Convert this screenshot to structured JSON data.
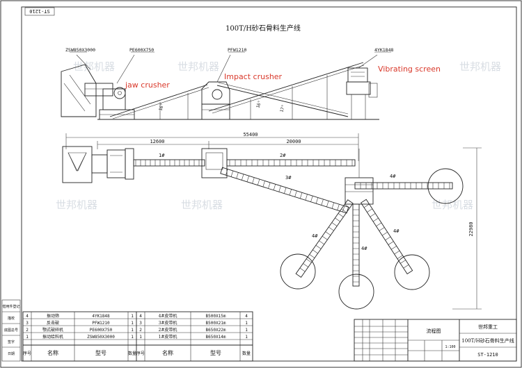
{
  "drawing": {
    "title": "100T/H砂石骨料生产线",
    "corner_code": "ST-1210"
  },
  "elevation_labels": {
    "feeder_model": "ZSW850X3000",
    "jaw_model": "PE600X750",
    "impact_model": "PFW1210",
    "screen_model": "4YK1848",
    "jaw_note": "jaw crusher",
    "impact_note": "Impact crusher",
    "screen_note": "Vibrating screen",
    "angle_1": "16°",
    "angle_2": "16°",
    "angle_3": "17°"
  },
  "dimensions": {
    "total_length": "55400",
    "segment_1": "12600",
    "segment_2": "20000",
    "height": "22980"
  },
  "belt_labels": {
    "b1": "1#",
    "b2": "2#",
    "b3": "3#",
    "b4_right": "4#",
    "b4_left": "4#",
    "b4_center": "4#",
    "b4_lower_right": "4#"
  },
  "watermarks": [
    "世邦机器",
    "世邦机器",
    "世邦机器",
    "世邦机器",
    "世邦机器",
    "世邦机器"
  ],
  "parts_table": {
    "headers": {
      "seq": "序号",
      "name": "名称",
      "model": "型号",
      "qty": "数量"
    },
    "left": [
      {
        "seq": "4",
        "name": "振动筛",
        "model": "4YK1848",
        "qty": "1"
      },
      {
        "seq": "3",
        "name": "反击破",
        "model": "PFW1210",
        "qty": "1"
      },
      {
        "seq": "2",
        "name": "颚式破碎机",
        "model": "PE600X750",
        "qty": "1"
      },
      {
        "seq": "1",
        "name": "振动给料机",
        "model": "ZSW850X3000",
        "qty": "1"
      }
    ],
    "right": [
      {
        "seq": "4",
        "name": "4#皮带机",
        "model": "B500X15m",
        "qty": "4"
      },
      {
        "seq": "3",
        "name": "3#皮带机",
        "model": "B500X21m",
        "qty": "1"
      },
      {
        "seq": "2",
        "name": "2#皮带机",
        "model": "B650X22m",
        "qty": "1"
      },
      {
        "seq": "1",
        "name": "1#皮带机",
        "model": "B650X14m",
        "qty": "1"
      }
    ]
  },
  "side_labels": [
    "借用件登记",
    "描校",
    "底图总号",
    "签字",
    "日期"
  ],
  "title_block": {
    "flow_chart": "流程图",
    "company": "世邦重工",
    "drawing_name": "100T/H砂石骨料生产线",
    "drawing_code": "ST-1210",
    "scale": "1:100"
  }
}
